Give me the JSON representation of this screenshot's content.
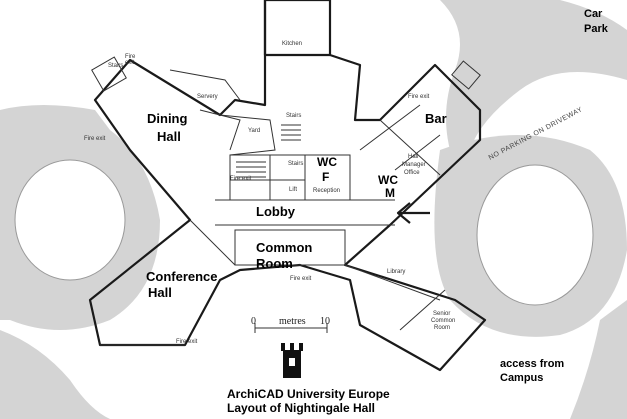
{
  "map": {
    "title_line1": "ArchiCAD University Europe",
    "title_line2": "Layout of Nightingale Hall",
    "car_park": {
      "line1": "Car",
      "line2": "Park"
    },
    "access": {
      "line1": "access from",
      "line2": "Campus"
    },
    "road_notice": "NO PARKING ON DRIVEWAY",
    "scale": {
      "start": "0",
      "unit": "metres",
      "end": "10"
    },
    "rooms": {
      "dining_hall": {
        "line1": "Dining",
        "line2": "Hall"
      },
      "conference_hall": {
        "line1": "Conference",
        "line2": "Hall"
      },
      "bar": "Bar",
      "lobby": "Lobby",
      "common_room": {
        "line1": "Common",
        "line2": "Room"
      },
      "wc_f": {
        "line1": "WC",
        "line2": "F"
      },
      "wc_m": {
        "line1": "WC",
        "line2": "M"
      }
    },
    "small_labels": {
      "kitchen": "Kitchen",
      "servery": "Servery",
      "yard": "Yard",
      "stairs": "Stairs",
      "stairs2": "Stairs",
      "lift": "Lift",
      "reception": "Reception",
      "hall_manager_office_1": "Hall",
      "hall_manager_office_2": "Manager",
      "hall_manager_office_3": "Office",
      "library": "Library",
      "senior_common_room_1": "Senior",
      "senior_common_room_2": "Common",
      "senior_common_room_3": "Room",
      "fire_exit_1": "Fire",
      "fire_exit_2": "exit",
      "fire_exit_a": "Fire exit",
      "fire_exit_b": "Fire exit",
      "fire_exit_c": "Fire exit",
      "fire_exit_d": "Fire exit",
      "fire_exit_e": "Fire exit",
      "stairs_corner": "Stairs"
    }
  }
}
